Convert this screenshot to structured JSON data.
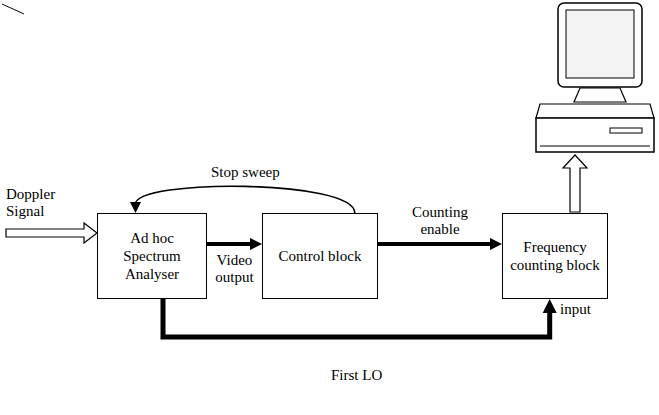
{
  "diagram": {
    "nodes": [
      {
        "text": [
          "Ad hoc Spectrum Analyser"
        ]
      },
      {
        "text": [
          "Control block"
        ]
      },
      {
        "text": [
          "Frequency counting block"
        ]
      }
    ],
    "edges": [
      {
        "from": 0,
        "to": 1,
        "arrow": "to",
        "label": "Video output"
      },
      {
        "from": 1,
        "to": 0,
        "arrow": "to",
        "label": "Stop sweep"
      },
      {
        "from": 1,
        "to": 2,
        "arrow": "to",
        "label": "Counting enable"
      },
      {
        "from": 0,
        "to": 2,
        "arrow": "to",
        "label": "First LO"
      }
    ],
    "labels": [
      "Doppler Signal",
      "input"
    ]
  }
}
